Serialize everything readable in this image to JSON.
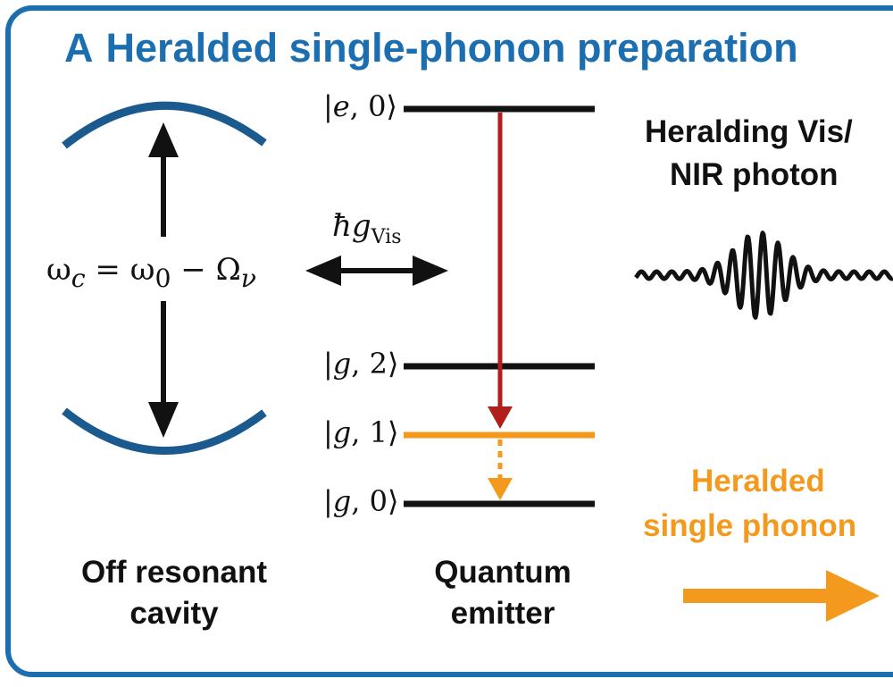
{
  "title": {
    "letter": "A",
    "text": "Heralded single-phonon preparation"
  },
  "cavity": {
    "label_line1": "Off resonant",
    "label_line2": "cavity",
    "freq_lhs": "ω",
    "freq_lhs_sub": "c",
    "freq_eq": " = ω",
    "freq_sub0": "0",
    "freq_minus": " − Ω",
    "freq_subnu": "ν"
  },
  "coupling": {
    "symbol": "ħg",
    "sub": "Vis"
  },
  "levels": [
    {
      "id": "e0",
      "state": "e",
      "n": "0",
      "color": "#111111"
    },
    {
      "id": "g2",
      "state": "g",
      "n": "2",
      "color": "#111111"
    },
    {
      "id": "g1",
      "state": "g",
      "n": "1",
      "color": "#f39a1e"
    },
    {
      "id": "g0",
      "state": "g",
      "n": "0",
      "color": "#111111"
    }
  ],
  "emitter": {
    "label_line1": "Quantum",
    "label_line2": "emitter"
  },
  "herald_photon": {
    "label_line1": "Heralding Vis/",
    "label_line2": "NIR photon"
  },
  "phonon": {
    "label_line1": "Heralded",
    "label_line2": "single phonon"
  },
  "colors": {
    "frame": "#1b6fb0",
    "mirror": "#1b5a8e",
    "decay": "#b01e1e",
    "phonon": "#f39a1e",
    "ink": "#111111"
  }
}
